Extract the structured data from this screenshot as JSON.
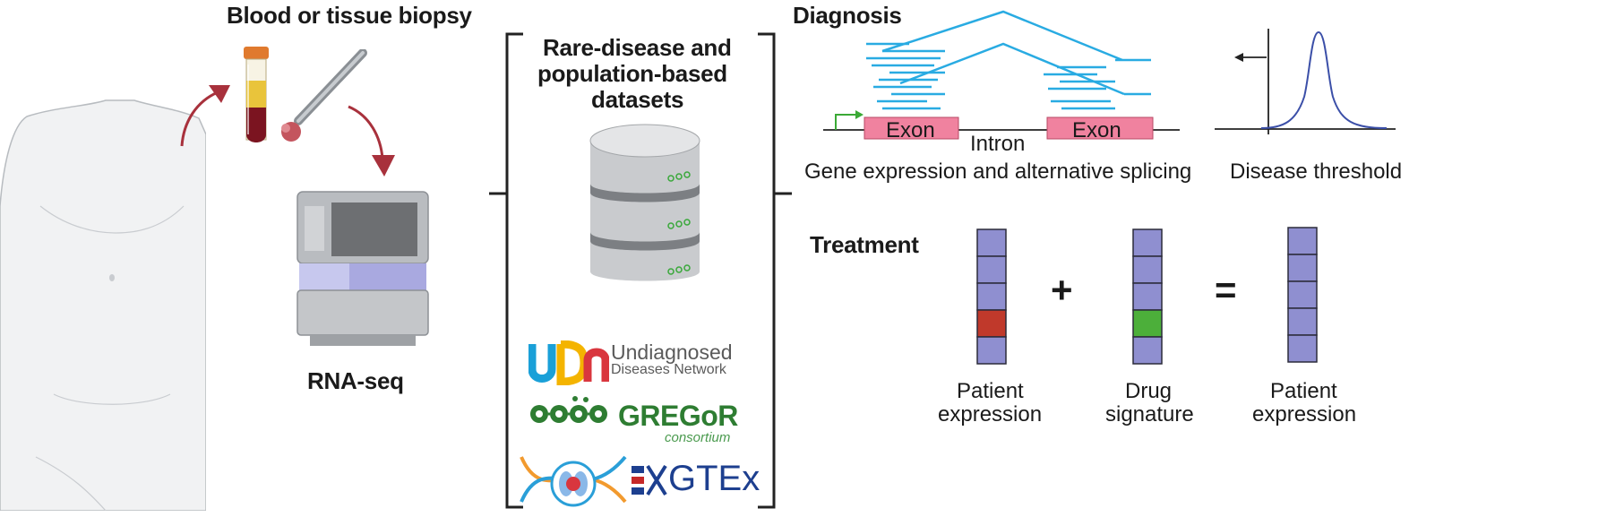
{
  "sample": {
    "title": "Blood or tissue biopsy",
    "sequencer_label": "RNA-seq"
  },
  "datasets": {
    "title_line1": "Rare-disease and",
    "title_line2": "population-based",
    "title_line3": "datasets",
    "logos": {
      "udn_mark": "UDN",
      "udn_line1": "Undiagnosed",
      "udn_line2": "Diseases Network",
      "gregor_name": "GREGoR",
      "gregor_sub": "consortium",
      "gtex_name": "GTEx"
    }
  },
  "diagnosis": {
    "title": "Diagnosis",
    "exon_left": "Exon",
    "exon_right": "Exon",
    "intron": "Intron",
    "caption_splicing": "Gene expression and alternative splicing",
    "caption_threshold": "Disease threshold"
  },
  "treatment": {
    "title": "Treatment",
    "plus": "+",
    "equals": "=",
    "col1_line1": "Patient",
    "col1_line2": "expression",
    "col2_line1": "Drug",
    "col2_line2": "signature",
    "col3_line1": "Patient",
    "col3_line2": "expression"
  },
  "colors": {
    "read_blue": "#29abe2",
    "exon_pink": "#f0829f",
    "matrix_purple": "#8f8fd0",
    "matrix_red": "#c0392b",
    "matrix_green": "#4caf3a",
    "arrow_red": "#a8313c",
    "curve_blue": "#3b4fa8",
    "promoter_green": "#3aa935"
  }
}
